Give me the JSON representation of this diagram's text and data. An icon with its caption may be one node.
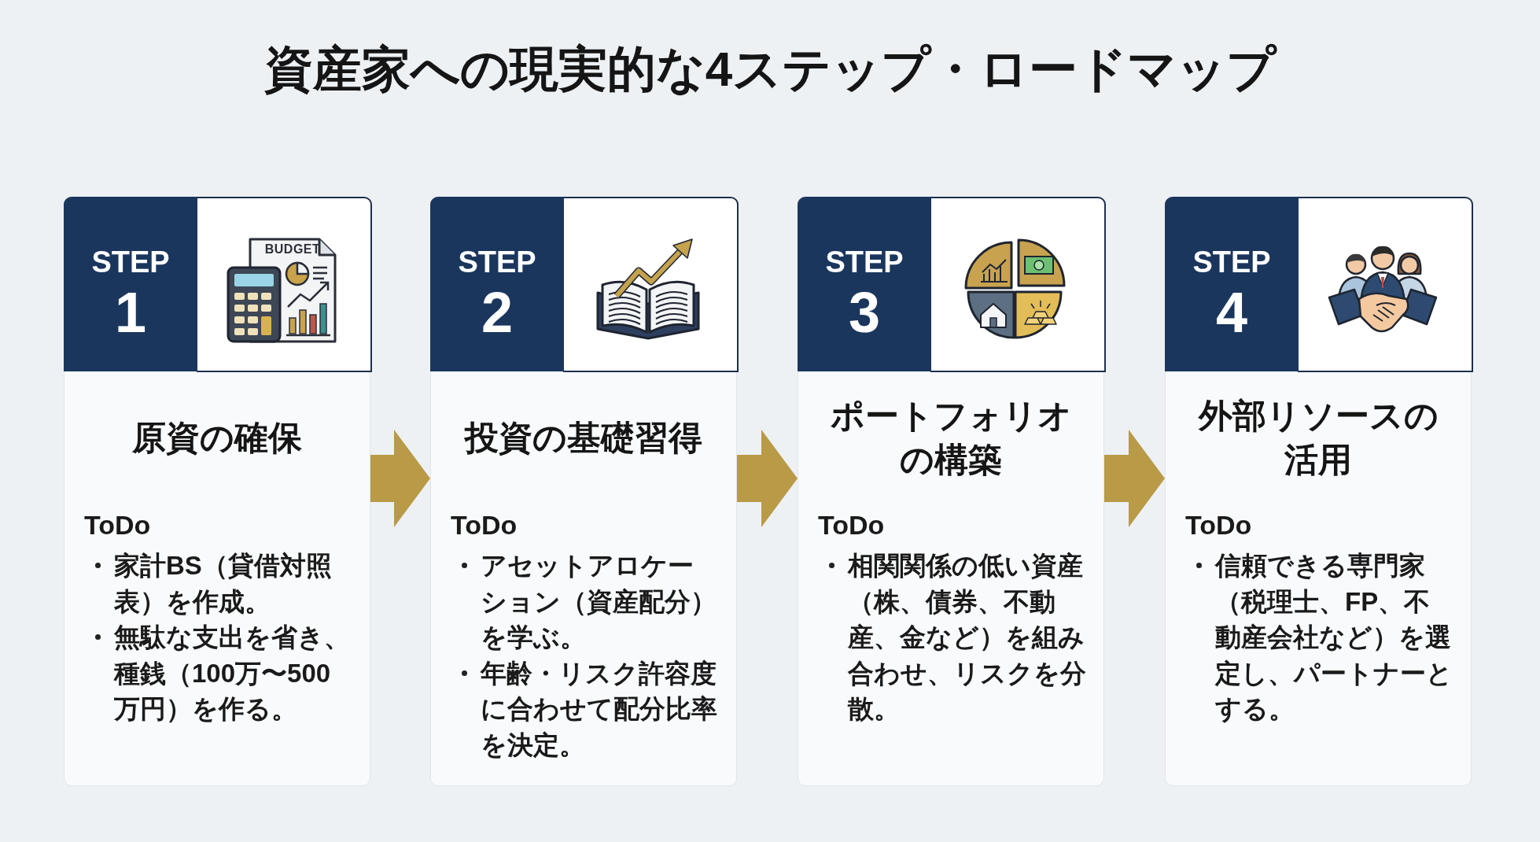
{
  "diagram": {
    "title": "資産家への現実的な4ステップ・ロードマップ",
    "nodes": [
      {
        "text": [
          "原資の確保",
          "ToDo",
          "家計BS（貸借対照表）を作成。",
          "無駄な支出を省き、種銭（100万〜500万円）を作る。"
        ]
      },
      {
        "text": [
          "STEP",
          "1"
        ],
        "in": 0
      },
      {
        "text": [
          "投資の基礎習得",
          "ToDo",
          "アセットアロケーション（資産配分）を学ぶ。",
          "年齢・リスク許容度に合わせて配分比率を決定。"
        ]
      },
      {
        "text": [
          "STEP",
          "2"
        ],
        "in": 2
      },
      {
        "text": [
          "ポートフォリオの構築",
          "ToDo",
          "相関関係の低い資産（株、債券、不動産、金など）を組み合わせ、リスクを分散。"
        ]
      },
      {
        "text": [
          "STEP",
          "3"
        ],
        "in": 4
      },
      {
        "text": [
          "外部リソースの活用",
          "ToDo",
          "信頼できる専門家（税理士、FP、不動産会社など）を選定し、パートナーとする。"
        ]
      },
      {
        "text": [
          "STEP",
          "4"
        ],
        "in": 6
      }
    ],
    "edges": [
      {
        "from": 0,
        "to": 2,
        "arrow": "to"
      },
      {
        "from": 2,
        "to": 4,
        "arrow": "to"
      },
      {
        "from": 4,
        "to": 6,
        "arrow": "to"
      }
    ],
    "labels": [
      "BUDGET"
    ]
  }
}
